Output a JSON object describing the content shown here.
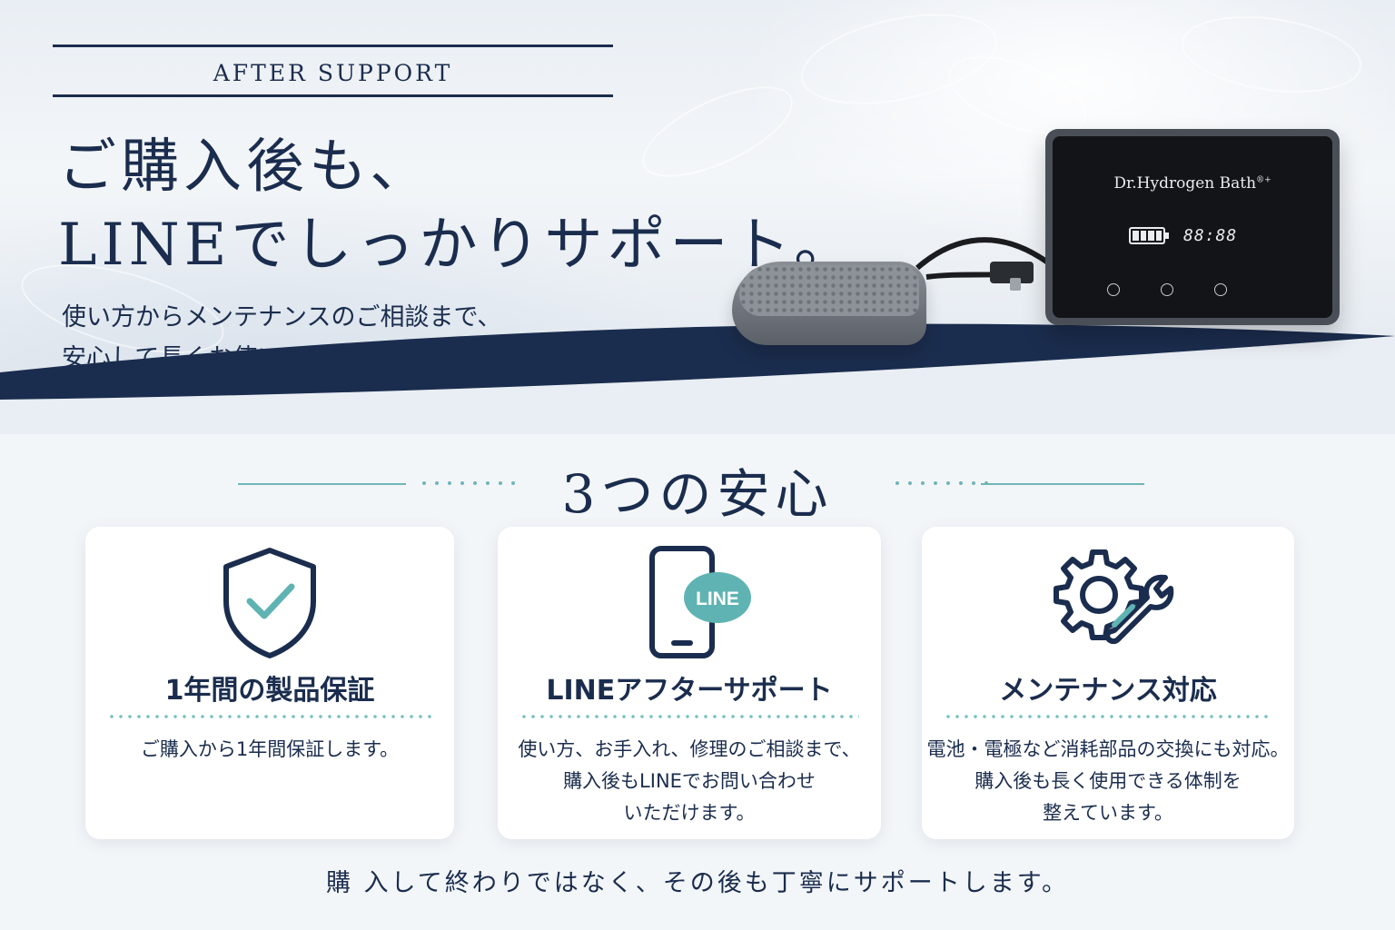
{
  "hero": {
    "eyebrow": "AFTER SUPPORT",
    "headline_line1": "ご購入後も、",
    "headline_line2": "LINEでしっかりサポート。",
    "lead_line1": "使い方からメンテナンスのご相談まで、",
    "lead_line2": "安心して長くお使いいただける体制を整えています。"
  },
  "device": {
    "brand": "Dr.Hydrogen Bath",
    "brand_mark": "®+",
    "timer": "88:88"
  },
  "section": {
    "title": "3つの安心"
  },
  "cards": [
    {
      "icon": "shield-check-icon",
      "title": "1年間の製品保証",
      "body": [
        "ご購入から1年間保証します。"
      ]
    },
    {
      "icon": "smartphone-line-icon",
      "icon_badge": "LINE",
      "title": "LINEアフターサポート",
      "body": [
        "使い方、お手入れ、修理のご相談まで、",
        "購入後もLINEでお問い合わせ",
        "いただけます。"
      ]
    },
    {
      "icon": "gear-wrench-icon",
      "title": "メンテナンス対応",
      "body": [
        "電池・電極など消耗部品の交換にも対応。",
        "購入後も長く使用できる体制を",
        "整えています。"
      ]
    }
  ],
  "footer": {
    "text": "購 入して終わりではなく、その後も丁寧にサポートします。"
  },
  "colors": {
    "navy": "#1b2d4e",
    "teal": "#5fb3b3",
    "background": "#f3f6f9"
  }
}
